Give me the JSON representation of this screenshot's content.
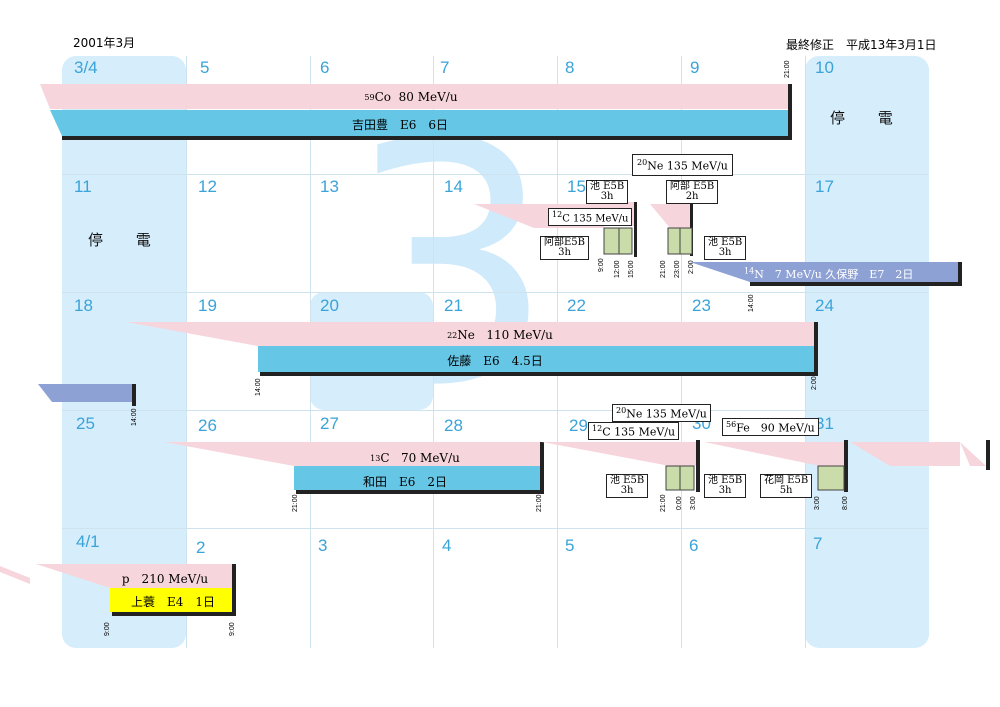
{
  "header": {
    "month": "2001年3月",
    "updated": "最終修正　平成13年3月1日"
  },
  "background_numeral": "3",
  "rows": [
    {
      "dates": [
        "3/4",
        "5",
        "6",
        "7",
        "8",
        "9",
        "10"
      ]
    },
    {
      "dates": [
        "11",
        "12",
        "13",
        "14",
        "15",
        "16",
        "17"
      ]
    },
    {
      "dates": [
        "18",
        "19",
        "20",
        "21",
        "22",
        "23",
        "24"
      ]
    },
    {
      "dates": [
        "25",
        "26",
        "27",
        "28",
        "29",
        "30",
        "31"
      ]
    },
    {
      "dates": [
        "4/1",
        "2",
        "3",
        "4",
        "5",
        "6",
        "7"
      ]
    }
  ],
  "outage": {
    "label": "停 電"
  },
  "beams": {
    "co": {
      "ion": "59",
      "element": "Co",
      "energy": "80 MeV/u",
      "user": "吉田豊　E6　6日"
    },
    "ne20a": {
      "ion": "20",
      "element": "Ne 135 MeV/u"
    },
    "c12a": {
      "ion": "12",
      "element": "C 135 MeV/u"
    },
    "n14": {
      "ion": "14",
      "element": "N　7 MeV/u 久保野　E7　2日"
    },
    "ne22": {
      "ion": "22",
      "element": "Ne",
      "energy": "110 MeV/u",
      "user": "佐藤　E6　4.5日"
    },
    "c13": {
      "ion": "13",
      "element": "C",
      "energy": "70 MeV/u",
      "user": "和田　E6　2日"
    },
    "ne20b": {
      "ion": "20",
      "element": "Ne 135 MeV/u"
    },
    "c12b": {
      "ion": "12",
      "element": "C 135 MeV/u"
    },
    "fe": {
      "ion": "56",
      "element": "Fe　90 MeV/u"
    },
    "p": {
      "label": "p　210 MeV/u",
      "user": "上蓑　E4　1日"
    }
  },
  "slots": {
    "ike1": [
      "池 E5B",
      "3h"
    ],
    "abe1": [
      "阿部E5B",
      "3h"
    ],
    "abe2": [
      "阿部 E5B",
      "2h"
    ],
    "ike2": [
      "池 E5B",
      "3h"
    ],
    "ike3": [
      "池 E5B",
      "3h"
    ],
    "ike4": [
      "池 E5B",
      "3h"
    ],
    "hanaoka": [
      "花岡 E5B",
      "5h"
    ]
  },
  "times": {
    "t2100a": "21:00",
    "t900a": "9:00",
    "t1200a": "12:00",
    "t1500a": "15:00",
    "t2100b": "21:00",
    "t2300b": "23:00",
    "t200a": "2:00",
    "t1400a": "14:00",
    "t1400b": "14:00",
    "t200b": "2:00",
    "t1400c": "14:00",
    "t2100c": "21:00",
    "t2100d": "21:00",
    "t2100e": "21:00",
    "t000": "0:00",
    "t300a": "3:00",
    "t300b": "3:00",
    "t800": "8:00",
    "t900b": "9:00",
    "t900c": "9:00"
  }
}
